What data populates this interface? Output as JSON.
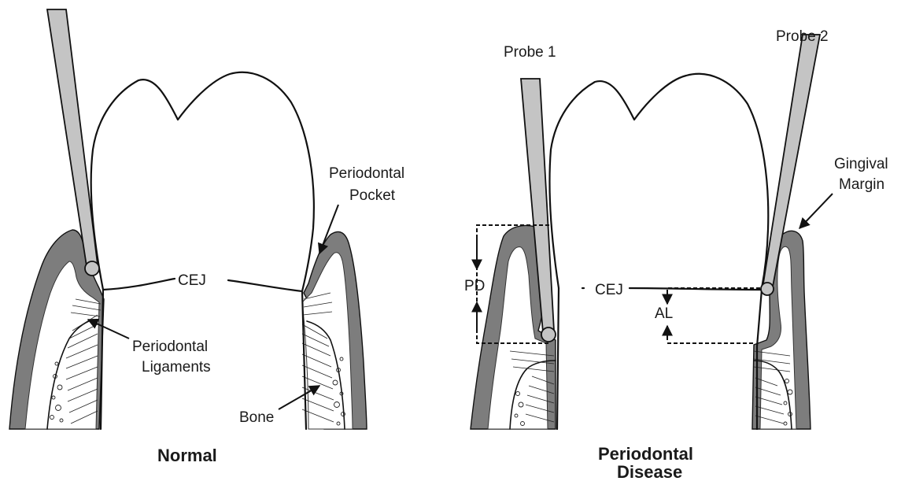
{
  "panels": {
    "normal": {
      "title": "Normal",
      "labels": {
        "pocket_line1": "Periodontal",
        "pocket_line2": "Pocket",
        "cej": "CEJ",
        "ligament_line1": "Periodontal",
        "ligament_line2": "Ligaments",
        "bone": "Bone"
      }
    },
    "disease": {
      "title_line1": "Periodontal",
      "title_line2": "Disease",
      "labels": {
        "probe1": "Probe 1",
        "probe2": "Probe 2",
        "gingival_line1": "Gingival",
        "gingival_line2": "Margin",
        "cej": "CEJ",
        "pd": "PD",
        "al": "AL"
      }
    }
  },
  "colors": {
    "gingiva": "#7d7d7d",
    "probe": "#c4c4c4",
    "ink": "#111111"
  },
  "icons": {
    "probe": "dental-probe-icon",
    "arrow": "arrow-icon"
  }
}
